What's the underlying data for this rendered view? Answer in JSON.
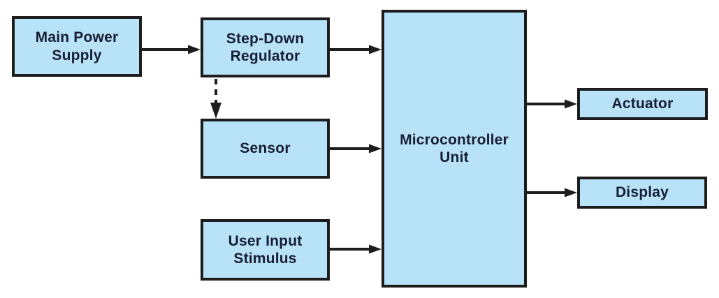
{
  "nodes": [
    {
      "id": "main-power-supply",
      "label": "Main Power\nSupply"
    },
    {
      "id": "step-down-regulator",
      "label": "Step-Down\nRegulator"
    },
    {
      "id": "sensor",
      "label": "Sensor"
    },
    {
      "id": "user-input-stimulus",
      "label": "User Input\nStimulus"
    },
    {
      "id": "microcontroller-unit",
      "label": "Microcontroller\nUnit"
    },
    {
      "id": "actuator",
      "label": "Actuator"
    },
    {
      "id": "display",
      "label": "Display"
    }
  ],
  "edges": [
    {
      "from": "main-power-supply",
      "to": "step-down-regulator",
      "style": "solid"
    },
    {
      "from": "step-down-regulator",
      "to": "microcontroller-unit",
      "style": "solid"
    },
    {
      "from": "step-down-regulator",
      "to": "sensor",
      "style": "dashed"
    },
    {
      "from": "sensor",
      "to": "microcontroller-unit",
      "style": "solid"
    },
    {
      "from": "user-input-stimulus",
      "to": "microcontroller-unit",
      "style": "solid"
    },
    {
      "from": "microcontroller-unit",
      "to": "actuator",
      "style": "solid"
    },
    {
      "from": "microcontroller-unit",
      "to": "display",
      "style": "solid"
    }
  ],
  "colors": {
    "background": "#ffffff",
    "node_fill": "#b8e2f8",
    "node_border": "#1d1d1d",
    "arrow": "#1d1d1d",
    "text": "#171e33"
  }
}
